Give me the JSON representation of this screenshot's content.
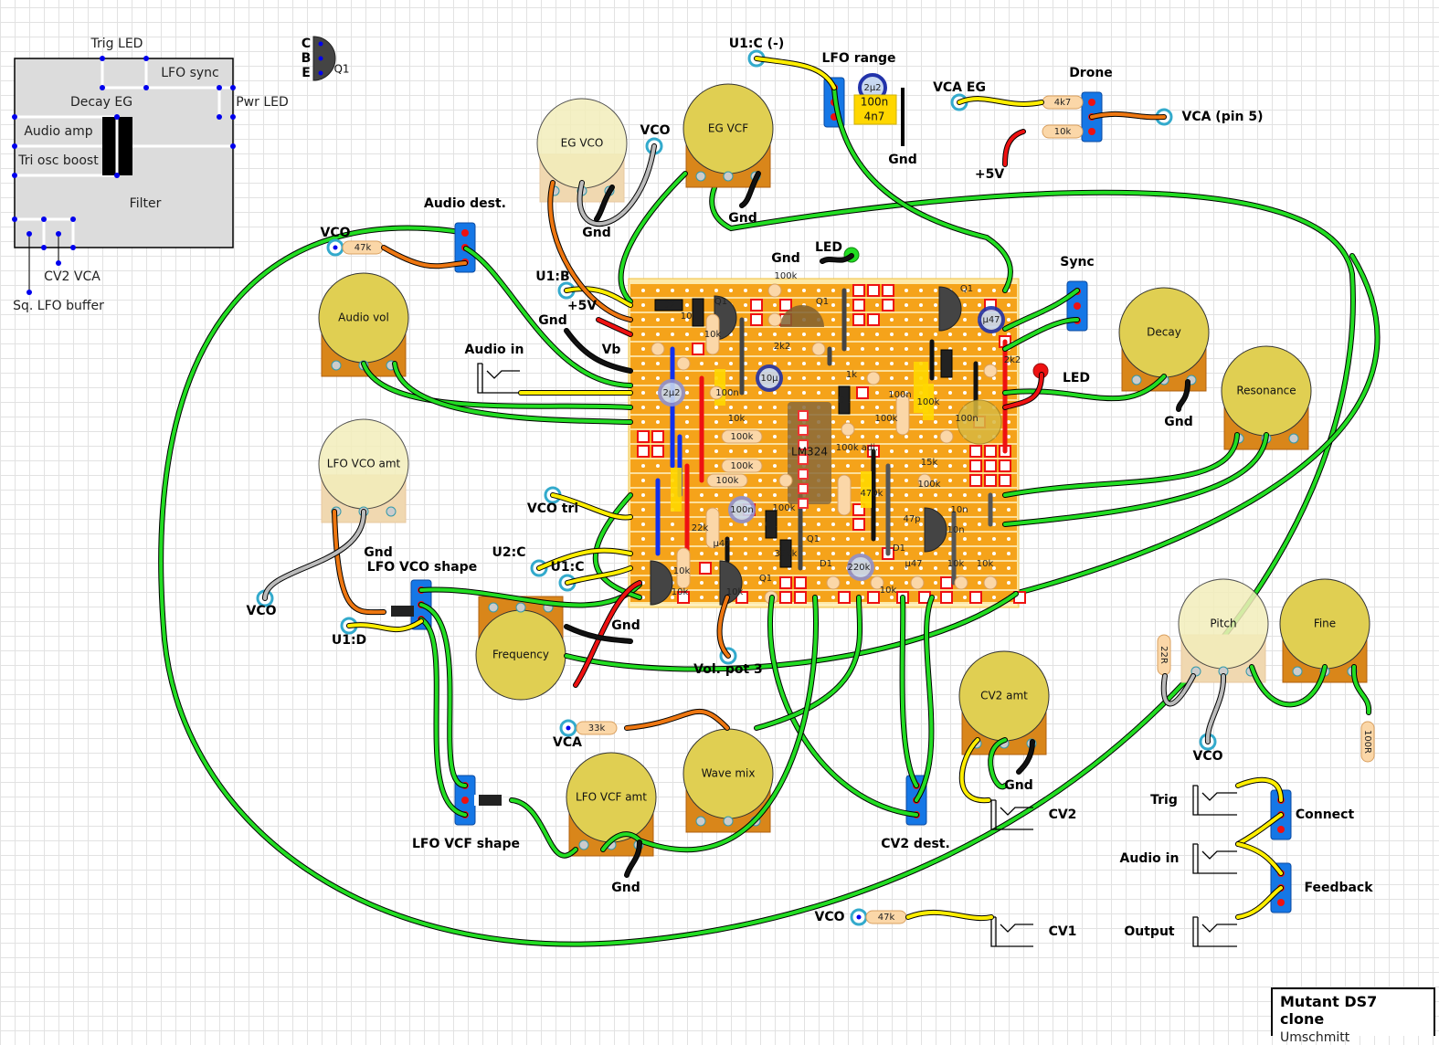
{
  "title_block": {
    "title": "Mutant DS7 clone",
    "author": "Umschmitt"
  },
  "legend_box": {
    "labels": [
      "Trig LED",
      "LFO sync",
      "Decay EG",
      "Pwr LED",
      "Audio amp",
      "Tri osc boost",
      "Filter",
      "CV2 VCA",
      "Sq. LFO buffer"
    ]
  },
  "transistor_key": {
    "pins": [
      "C",
      "B",
      "E"
    ],
    "name": "Q1"
  },
  "pots": [
    {
      "label": "EG VCO",
      "faded": true
    },
    {
      "label": "EG VCF",
      "faded": false
    },
    {
      "label": "Audio vol",
      "faded": false
    },
    {
      "label": "LFO VCO amt",
      "faded": true
    },
    {
      "label": "Frequency",
      "faded": false
    },
    {
      "label": "Wave mix",
      "faded": false
    },
    {
      "label": "LFO VCF amt",
      "faded": false
    },
    {
      "label": "CV2 amt",
      "faded": false
    },
    {
      "label": "Decay",
      "faded": false
    },
    {
      "label": "Resonance",
      "faded": false
    },
    {
      "label": "Pitch",
      "faded": true
    },
    {
      "label": "Fine",
      "faded": false
    }
  ],
  "labels": [
    "U1:C (-)",
    "LFO range",
    "VCA EG",
    "Drone",
    "VCA (pin 5)",
    "+5V",
    "Gnd",
    "VCO",
    "Gnd",
    "Gnd",
    "Audio dest.",
    "VCO",
    "Gnd",
    "LED",
    "U1:B",
    "+5V",
    "Gnd",
    "Vb",
    "Audio in",
    "Sync",
    "LED",
    "Gnd",
    "VCO tri",
    "Gnd",
    "LFO VCO shape",
    "U2:C",
    "U1:C",
    "VCO",
    "U1:D",
    "Gnd",
    "Vol. pot 3",
    "VCA",
    "Gnd",
    "CV2",
    "CV2 dest.",
    "LFO VCF shape",
    "Gnd",
    "VCO",
    "CV1",
    "VCO",
    "Trig",
    "Connect",
    "Audio in",
    "Feedback",
    "Output"
  ],
  "resistors": [
    "47k",
    "4k7",
    "10k",
    "33k",
    "47k",
    "22R",
    "100R"
  ],
  "lfo_range_caps": [
    "2µ2",
    "100n",
    "4n7"
  ],
  "board": {
    "ic": "LM324",
    "components": [
      "D2",
      "10k",
      "10k",
      "2k2",
      "100k",
      "Q1",
      "Q1",
      "Q1",
      "µ47",
      "2k2",
      "10µ",
      "2µ2",
      "100n",
      "10k",
      "1k",
      "D1",
      "100n",
      "100k",
      "100k",
      "100n",
      "100k adj.",
      "100k",
      "100k",
      "100k",
      "15k",
      "470k",
      "100n",
      "µ47",
      "100k",
      "10n",
      "100k",
      "47p",
      "10n",
      "22k",
      "Q1",
      "330k",
      "D1",
      "D1",
      "220k",
      "10k",
      "µ47",
      "10k",
      "10k",
      "10k",
      "10k",
      "10k",
      "Q1",
      "Q1",
      "10k",
      "D1"
    ]
  },
  "offboard_diodes": [
    "D1",
    "D1"
  ],
  "colors": {
    "board": "#f5a31a",
    "pot": "#e0cf52",
    "pot_base": "#d9861a",
    "switch": "#1577e6",
    "wire_green": "#22dd22",
    "wire_yellow": "#ffee00",
    "wire_orange": "#ee7711",
    "wire_red": "#ee1111",
    "wire_gray": "#bbbbbb",
    "terminal": "#33aacc",
    "link_blue": "#1030ee",
    "link_red": "#ee1111",
    "ic": "#8a6a3a"
  }
}
